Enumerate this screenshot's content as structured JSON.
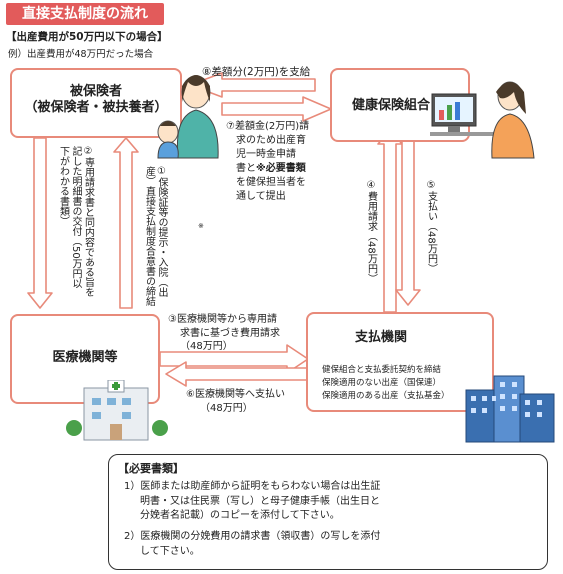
{
  "title": "直接支払制度の流れ",
  "subtitle": "【出産費用が50万円以下の場合】",
  "example": "例）出産費用が48万円だった場合",
  "nodes": {
    "insured": {
      "line1": "被保険者",
      "line2": "（被保険者・被扶養者）"
    },
    "union": {
      "label": "健康保険組合"
    },
    "hospital": {
      "label": "医療機関等"
    },
    "payer": {
      "label": "支払機関",
      "lines": [
        "健保組合と支払委託契約を締結",
        "保険適用のない出産（国保連）",
        "保険適用のある出産（支払基金）"
      ]
    }
  },
  "flows": {
    "f1": "①保険証等の提示・入院（出産）直接支払制度合意書の締結",
    "f1_mark": "※",
    "f2": "②専用請求書と同内容である旨を記した明細書の交付（50万円以下がわかる書類）",
    "f3": [
      "③医療機関等から専用請",
      "求書に基づき費用請求",
      "（48万円）"
    ],
    "f4": "④費用請求（48万円）",
    "f5": "⑤支払い（48万円）",
    "f6": [
      "⑥医療機関等へ支払い",
      "（48万円）"
    ],
    "f7": {
      "num": "⑦差額金(2万円)請",
      "l2": "求のため出産育",
      "l3": "児一時金申請",
      "l4a": "書と",
      "l4b": "※必要書類",
      "l5": "を健保担当者を",
      "l6": "通して提出"
    },
    "f8": "⑧差額分(2万円)を支給"
  },
  "required": {
    "title": "【必要書類】",
    "items": [
      [
        "1）医師または助産師から証明をもらわない場合は出生証",
        "明書・又は住民票（写し）と母子健康手帳（出生日と",
        "分娩者名記載）のコピーを添付して下さい。"
      ],
      [
        "2）医療機関の分娩費用の請求書（領収書）の写しを添付",
        "して下さい。"
      ]
    ]
  },
  "colors": {
    "accent": "#e25b5b",
    "box_border": "#e88a7a",
    "arrow_fill": "#ffffff",
    "arrow_stroke": "#e88a7a"
  }
}
